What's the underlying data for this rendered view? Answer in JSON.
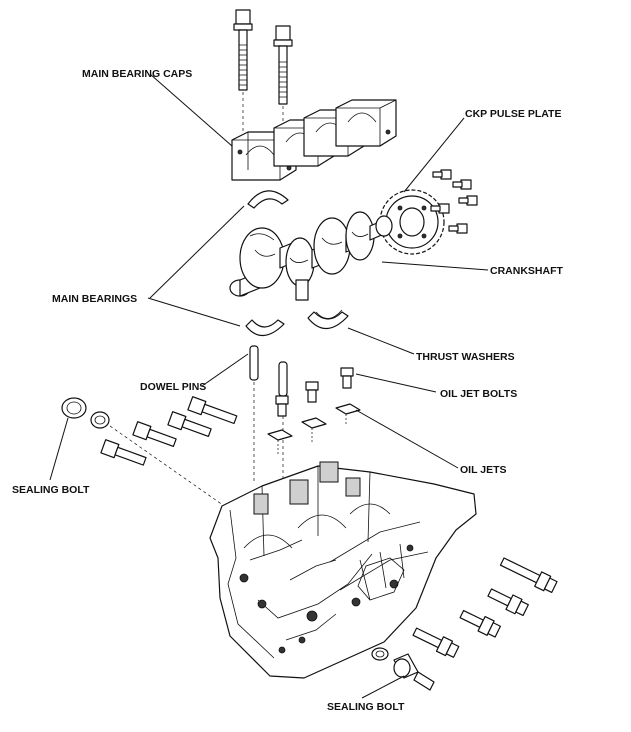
{
  "labels": {
    "main_bearing_caps": "MAIN BEARING CAPS",
    "ckp_pulse_plate": "CKP PULSE PLATE",
    "crankshaft": "CRANKSHAFT",
    "main_bearings": "MAIN BEARINGS",
    "thrust_washers": "THRUST WASHERS",
    "dowel_pins": "DOWEL PINS",
    "oil_jet_bolts": "OIL JET BOLTS",
    "oil_jets": "OIL JETS",
    "sealing_bolt_left": "SEALING BOLT",
    "sealing_bolt_bottom": "SEALING BOLT"
  },
  "colors": {
    "ink": "#111111",
    "background": "#ffffff",
    "shade": "#cfcfcf"
  }
}
